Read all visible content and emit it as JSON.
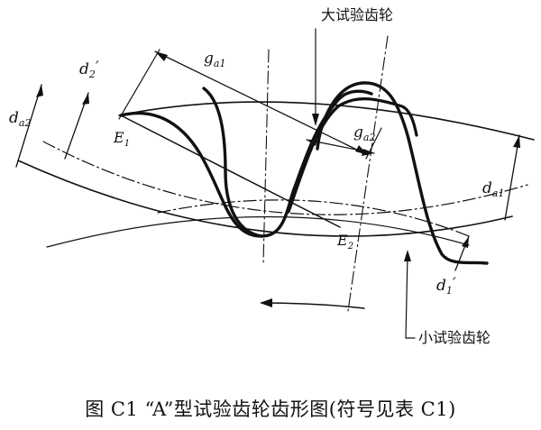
{
  "labels": {
    "large_gear": "大试验齿轮",
    "small_gear": "小试验齿轮",
    "da2": "d",
    "da2_sub": "a2",
    "d2p": "d",
    "d2p_sub": "2",
    "d2p_prime": "′",
    "ga1": "g",
    "ga1_sub": "a1",
    "ga2": "g",
    "ga2_sub": "a2",
    "e1": "E",
    "e1_sub": "1",
    "e2": "E",
    "e2_sub": "2",
    "da1": "d",
    "da1_sub": "a1",
    "d1p": "d",
    "d1p_sub": "1",
    "d1p_prime": "′"
  },
  "caption": "图 C1 “A”型试验齿轮齿形图(符号见表 C1)"
}
